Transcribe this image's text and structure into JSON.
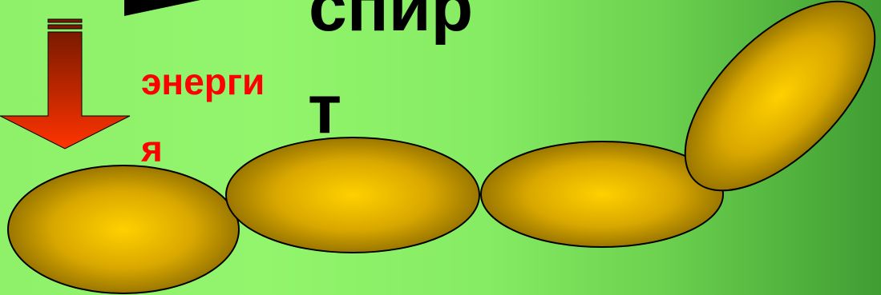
{
  "text": {
    "top_word": "спир",
    "t_letter": "т",
    "energy_line1": "энерги",
    "energy_line2": "я"
  },
  "colors": {
    "background_light": "#92f56c",
    "background_dark": "#3f9d32",
    "ellipse_center": "#ffd000",
    "ellipse_edge": "#8a6a00",
    "arrow_top": "#7a1a00",
    "arrow_bottom": "#ff3300",
    "energy_text": "#ff0000"
  },
  "icons": {
    "arrow": "down-arrow-icon",
    "pointer": "black-triangle-shape"
  }
}
